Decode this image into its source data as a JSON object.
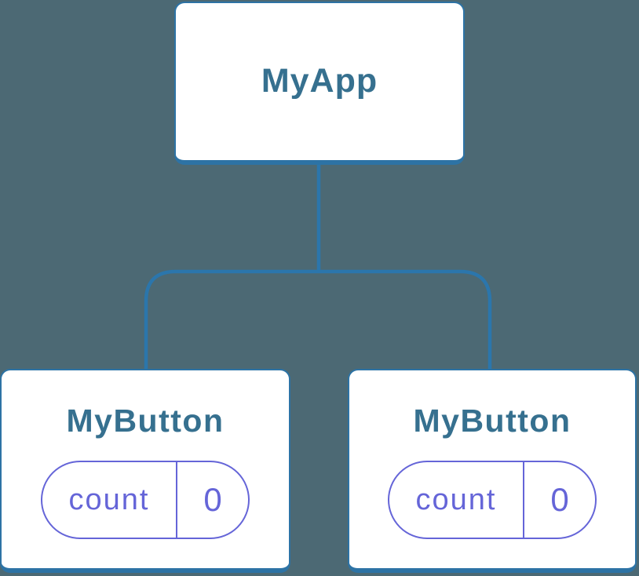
{
  "diagram": {
    "type": "component-tree",
    "background_color": "#4C6974",
    "connector_color": "#2B76AC",
    "node_border_color": "#2D73A5",
    "node_title_color": "#36708F",
    "state_color": "#6565D8",
    "root": {
      "label": "MyApp"
    },
    "children": [
      {
        "label": "MyButton",
        "state": {
          "name": "count",
          "value": "0"
        }
      },
      {
        "label": "MyButton",
        "state": {
          "name": "count",
          "value": "0"
        }
      }
    ]
  }
}
